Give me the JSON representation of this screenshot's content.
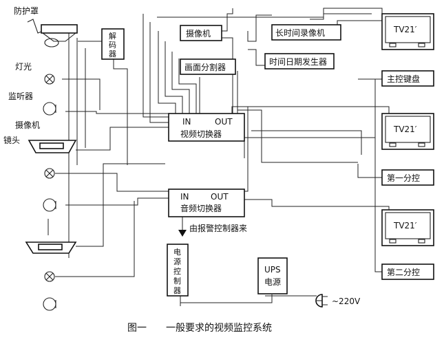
{
  "left_labels": {
    "protective_cover": "防护罩",
    "light": "灯光",
    "monitor_mic": "监听器",
    "camera": "摄像机",
    "lens": "镜头"
  },
  "decoder": [
    "解",
    "码",
    "器"
  ],
  "top_blocks": {
    "camera_box": "摄像机",
    "long_time_vcr": "长时间录像机",
    "split_screen": "画面分割器",
    "time_date_gen": "时间日期发生器"
  },
  "monitors": [
    "TV21′",
    "TV21′",
    "TV21′"
  ],
  "right_blocks": {
    "main_keyboard": "主控键盘",
    "sub_control_1": "第一分控",
    "sub_control_2": "第二分控"
  },
  "video_switcher": {
    "in": "IN",
    "out": "OUT",
    "name": "视频切换器"
  },
  "audio_switcher": {
    "in": "IN",
    "out": "OUT",
    "name": "音频切换器"
  },
  "alarm_note": "由报警控制器来",
  "power_controller": [
    "电",
    "源",
    "控",
    "制",
    "器"
  ],
  "ups": [
    "UPS",
    "电源"
  ],
  "mains": "~220V",
  "caption": "图一　　一般要求的视频监控系统"
}
